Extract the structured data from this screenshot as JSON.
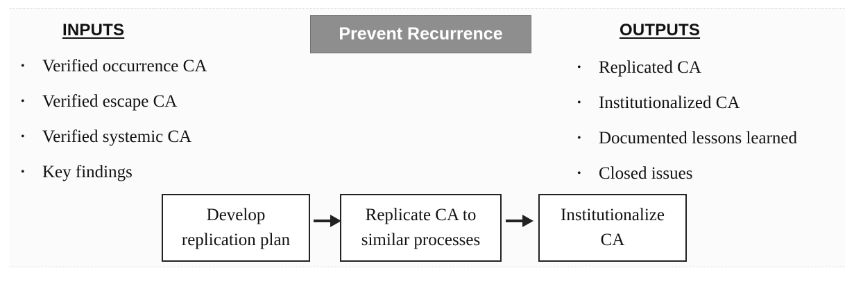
{
  "title": "Prevent Recurrence",
  "inputs": {
    "heading": "INPUTS",
    "items": [
      "Verified occurrence CA",
      "Verified escape CA",
      "Verified systemic CA",
      "Key findings"
    ]
  },
  "outputs": {
    "heading": "OUTPUTS",
    "items": [
      "Replicated CA",
      "Institutionalized CA",
      "Documented lessons learned",
      "Closed issues"
    ]
  },
  "steps": [
    {
      "line1": "Develop",
      "line2": "replication plan"
    },
    {
      "line1": "Replicate CA to",
      "line2": "similar processes"
    },
    {
      "line1": "Institutionalize",
      "line2": "CA"
    }
  ],
  "bullet_glyph": "•",
  "colors": {
    "title_fill": "#8e8e8e",
    "title_text": "#ffffff",
    "text": "#111111"
  },
  "icons": [
    "right-arrow-icon",
    "bullet-icon"
  ]
}
